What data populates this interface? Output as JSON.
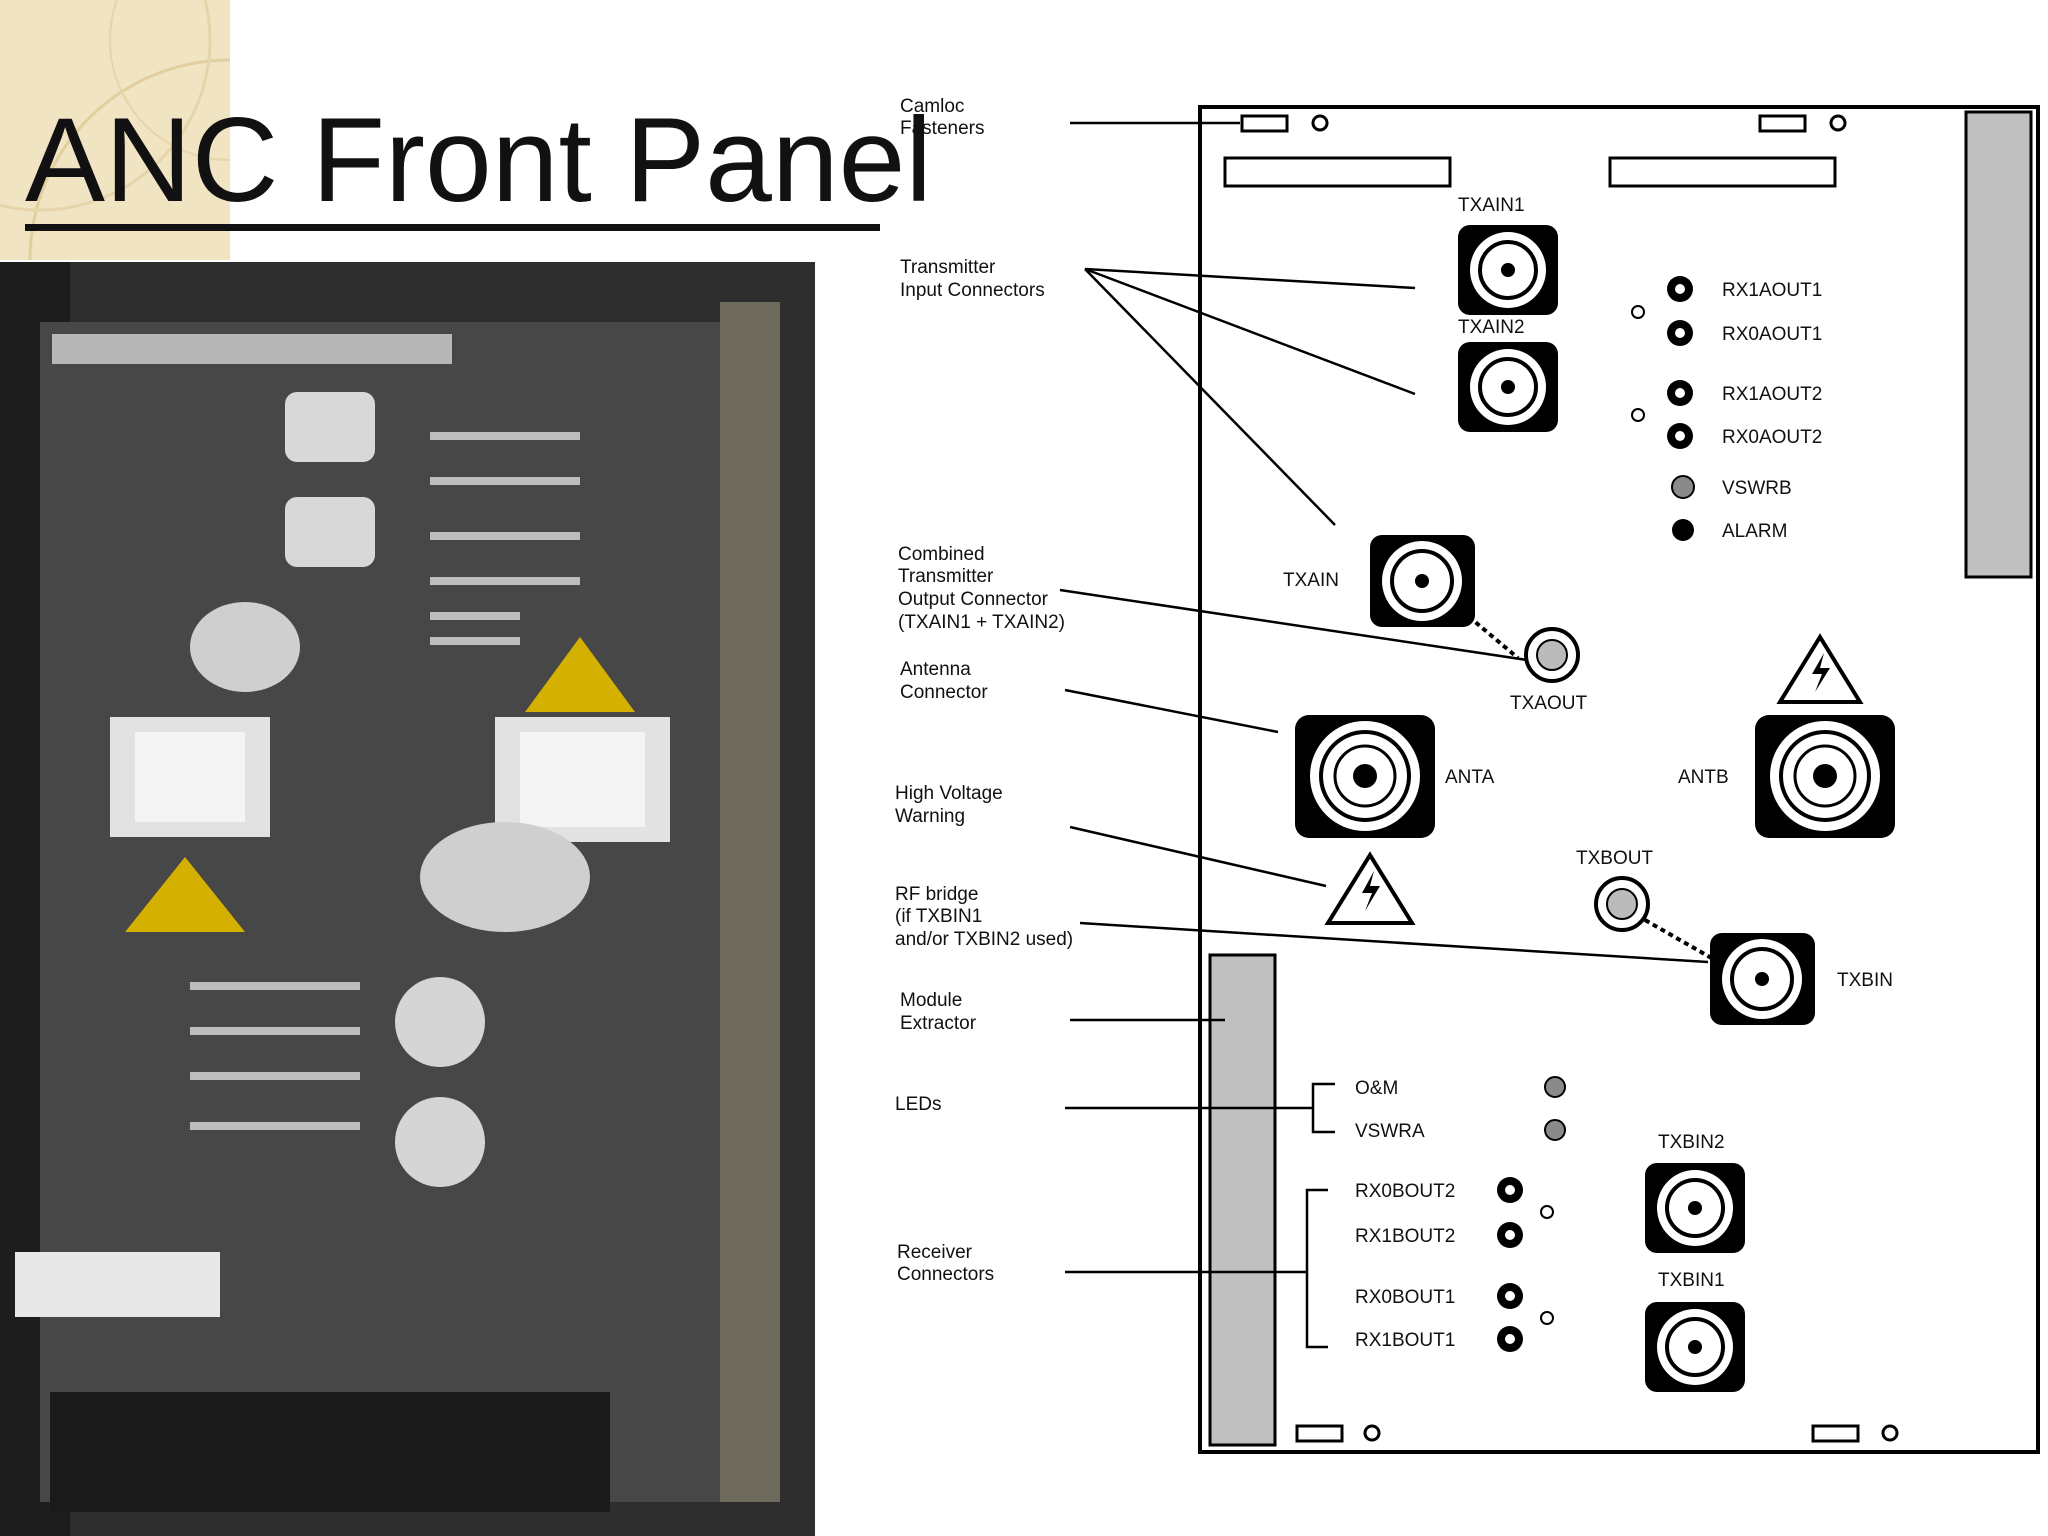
{
  "slide": {
    "title": "ANC Front Panel"
  },
  "diagram": {
    "callouts": {
      "camloc": [
        "Camloc",
        "Fasteners"
      ],
      "tx_input": [
        "Transmitter",
        "Input Connectors"
      ],
      "combined": [
        "Combined",
        "Transmitter",
        "Output  Connector",
        "(TXAIN1 + TXAIN2)"
      ],
      "antenna": [
        "Antenna",
        "Connector"
      ],
      "high_voltage": [
        "High Voltage",
        "Warning"
      ],
      "rf_bridge": [
        "RF bridge",
        "(if TXBIN1",
        "and/or TXBIN2 used)"
      ],
      "module_extractor": [
        "Module",
        "Extractor"
      ],
      "leds": [
        "LEDs"
      ],
      "receiver": [
        "Receiver",
        "Connectors"
      ]
    },
    "connector_labels": {
      "txain1": "TXAIN1",
      "txain2": "TXAIN2",
      "txain": "TXAIN",
      "txaout": "TXAOUT",
      "anta": "ANTA",
      "antb": "ANTB",
      "txbout": "TXBOUT",
      "txbin": "TXBIN",
      "txbin2": "TXBIN2",
      "txbin1": "TXBIN1"
    },
    "port_labels": {
      "rx1aout1": "RX1AOUT1",
      "rx0aout1": "RX0AOUT1",
      "rx1aout2": "RX1AOUT2",
      "rx0aout2": "RX0AOUT2",
      "vswrb": "VSWRB",
      "alarm": "ALARM",
      "om": "O&M",
      "vswra": "VSWRA",
      "rx0bout2": "RX0BOUT2",
      "rx1bout2": "RX1BOUT2",
      "rx0bout1": "RX0BOUT1",
      "rx1bout1": "RX1BOUT1"
    }
  },
  "colors": {
    "panel_gray": "#c0c0c0",
    "photo_dark": "#3a3a3a",
    "warning_yellow": "#d4b000",
    "deco_tan": "#f1e4c2"
  }
}
